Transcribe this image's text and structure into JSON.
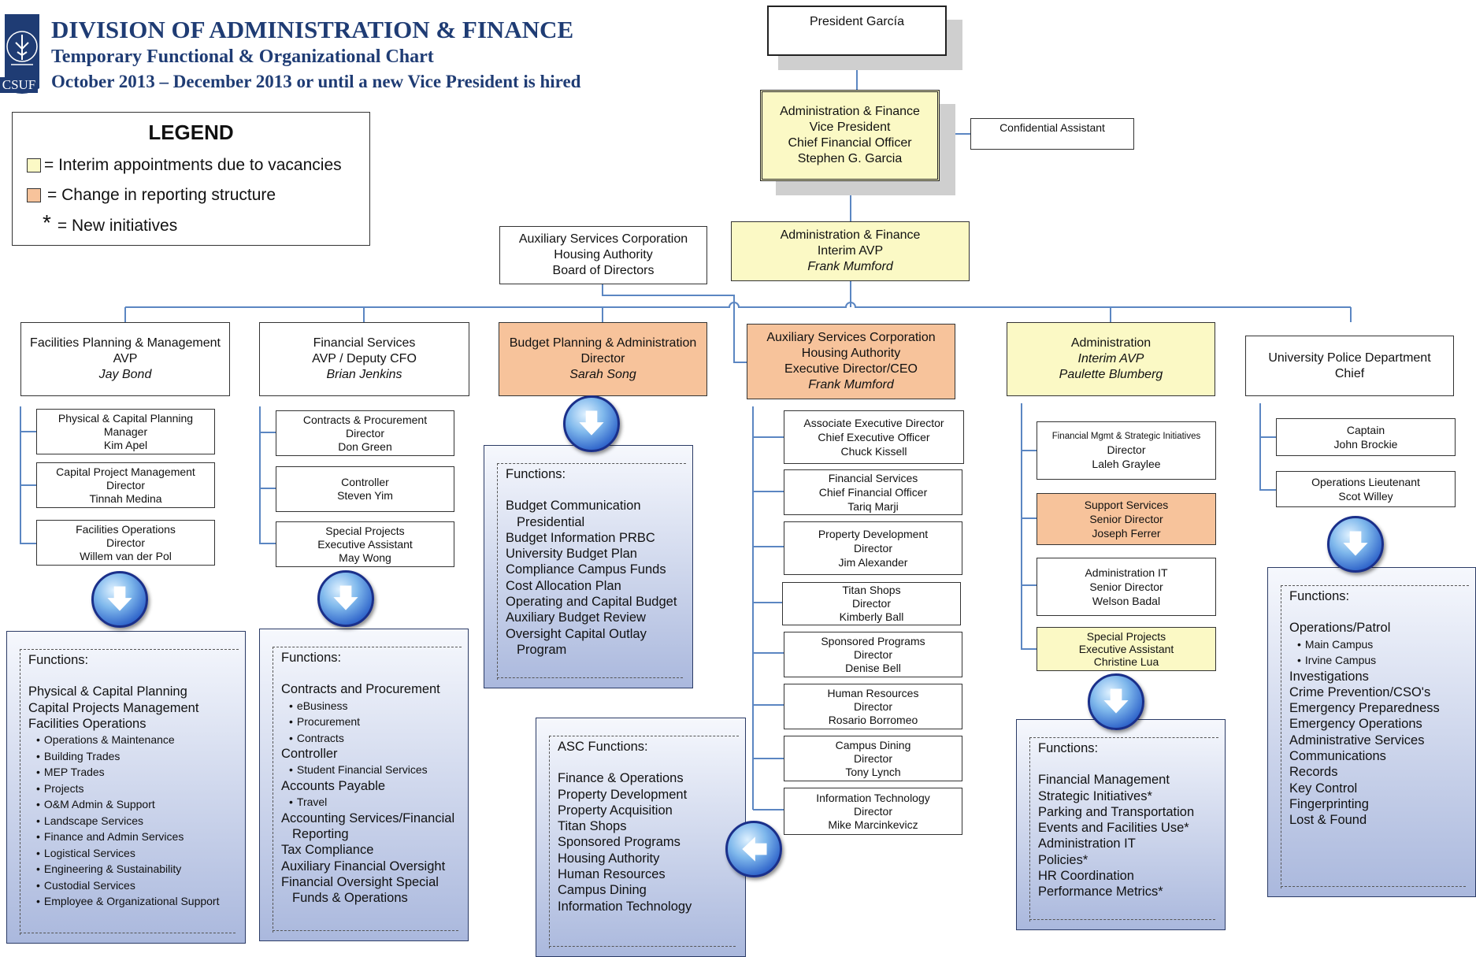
{
  "header": {
    "logo_text": "CSUF",
    "title": "DIVISION OF ADMINISTRATION & FINANCE",
    "subtitle": "Temporary Functional & Organizational Chart",
    "dates": "October 2013 – December 2013 or until a new Vice President is hired"
  },
  "legend": {
    "title": "LEGEND",
    "yellow_label": "= Interim appointments due to vacancies",
    "orange_label": "= Change in reporting structure",
    "star": "*",
    "star_label": "= New initiatives",
    "yellow_color": "#fbf9c5",
    "orange_color": "#f7c39b"
  },
  "president": "President García",
  "vp": {
    "l1": "Administration & Finance",
    "l2": "Vice President",
    "l3": "Chief Financial Officer",
    "l4": "Stephen G. Garcia"
  },
  "confidential_assistant": "Confidential Assistant",
  "asc_board": {
    "l1": "Auxiliary Services Corporation",
    "l2": "Housing Authority",
    "l3": "Board of Directors"
  },
  "interim_avp": {
    "l1": "Administration & Finance",
    "l2": "Interim AVP",
    "l3": "Frank Mumford"
  },
  "columns": [
    {
      "title": "Facilities Planning & Management",
      "role": "AVP",
      "name": "Jay Bond",
      "subs": [
        {
          "l1": "Physical & Capital Planning",
          "l2": "Manager",
          "l3": "Kim Apel"
        },
        {
          "l1": "Capital Project Management",
          "l2": "Director",
          "l3": "Tinnah Medina"
        },
        {
          "l1": "Facilities Operations",
          "l2": "Director",
          "l3": "Willem van der Pol"
        }
      ]
    },
    {
      "title": "Financial Services",
      "role": "AVP / Deputy CFO",
      "name": "Brian Jenkins",
      "subs": [
        {
          "l1": "Contracts & Procurement",
          "l2": "Director",
          "l3": "Don Green"
        },
        {
          "l1": "Controller",
          "l2": "Steven Yim"
        },
        {
          "l1": "Special Projects",
          "l2": "Executive Assistant",
          "l3": "May Wong"
        }
      ]
    },
    {
      "title": "Budget Planning & Administration",
      "role": "Director",
      "name": "Sarah Song"
    },
    {
      "title": "Auxiliary Services Corporation",
      "role1": "Housing Authority",
      "role2": "Executive Director/CEO",
      "name": "Frank Mumford",
      "subs": [
        {
          "l1": "Associate Executive Director",
          "l2": "Chief Executive Officer",
          "l3": "Chuck Kissell"
        },
        {
          "l1": "Financial Services",
          "l2": "Chief Financial Officer",
          "l3": "Tariq Marji"
        },
        {
          "l1": "Property Development",
          "l2": "Director",
          "l3": "Jim Alexander"
        },
        {
          "l1": "Titan Shops",
          "l2": "Director",
          "l3": "Kimberly Ball"
        },
        {
          "l1": "Sponsored Programs",
          "l2": "Director",
          "l3": "Denise Bell"
        },
        {
          "l1": "Human Resources",
          "l2": "Director",
          "l3": "Rosario Borromeo"
        },
        {
          "l1": "Campus Dining",
          "l2": "Director",
          "l3": "Tony Lynch"
        },
        {
          "l1": "Information Technology",
          "l2": "Director",
          "l3": "Mike Marcinkevicz"
        }
      ]
    },
    {
      "title": "Administration",
      "role": "Interim AVP",
      "name": "Paulette Blumberg",
      "subs": [
        {
          "l1": "Financial Mgmt & Strategic Initiatives",
          "l2": "Director",
          "l3": "Laleh Graylee"
        },
        {
          "l1": "Support Services",
          "l2": "Senior Director",
          "l3": "Joseph Ferrer"
        },
        {
          "l1": "Administration IT",
          "l2": "Senior Director",
          "l3": "Welson Badal"
        },
        {
          "l1": "Special Projects",
          "l2": "Executive Assistant",
          "l3": "Christine Lua"
        }
      ]
    },
    {
      "title": "University Police Department",
      "role": "Chief",
      "subs": [
        {
          "l1": "Captain",
          "l2": "John Brockie"
        },
        {
          "l1": "Operations Lieutenant",
          "l2": "Scot Willey"
        }
      ]
    }
  ],
  "functions": {
    "label": "Functions:",
    "facilities": {
      "lines": [
        "Physical & Capital Planning",
        "Capital Projects Management",
        "Facilities Operations"
      ],
      "bullets": [
        "Operations & Maintenance",
        "Building Trades",
        "MEP Trades",
        "Projects",
        "O&M Admin & Support",
        "Landscape Services",
        "Finance and Admin Services",
        "Logistical Services",
        "Engineering & Sustainability",
        "Custodial Services",
        "Employee & Organizational Support"
      ]
    },
    "financial": {
      "contracts": "Contracts and Procurement",
      "contracts_bullets": [
        "eBusiness",
        "Procurement",
        "Contracts"
      ],
      "controller": "Controller",
      "controller_bullets": [
        "Student Financial Services"
      ],
      "ap": "Accounts Payable",
      "ap_bullets": [
        "Travel"
      ],
      "tail": [
        "Accounting Services/Financial",
        "Reporting",
        "Tax Compliance",
        "Auxiliary Financial Oversight",
        "Financial Oversight Special",
        "Funds & Operations"
      ]
    },
    "budget": [
      "Budget Communication",
      "Presidential",
      "Budget Information PRBC",
      "University Budget Plan",
      "Compliance Campus Funds",
      "Cost Allocation Plan",
      "Operating and Capital Budget",
      "Auxiliary Budget Review",
      "Oversight Capital Outlay",
      "Program"
    ],
    "asc_label": "ASC Functions:",
    "asc": [
      "Finance & Operations",
      "Property Development",
      "Property Acquisition",
      "Titan Shops",
      "Sponsored Programs",
      "Housing Authority",
      "Human Resources",
      "Campus Dining",
      "Information Technology"
    ],
    "administration": [
      "Financial Management",
      "Strategic Initiatives*",
      "Parking and Transportation",
      "Events and Facilities Use*",
      "Administration IT",
      "Policies*",
      "HR Coordination",
      "Performance Metrics*"
    ],
    "police_top": "Operations/Patrol",
    "police_bullets": [
      "Main Campus",
      "Irvine Campus"
    ],
    "police_rest": [
      "Investigations",
      "Crime Prevention/CSO's",
      "Emergency Preparedness",
      "Emergency Operations",
      "Administrative Services",
      "Communications",
      "Records",
      "Key Control",
      "Fingerprinting",
      "Lost & Found"
    ]
  },
  "colors": {
    "title_blue": "#1f3c74",
    "line_blue": "#5b86c2",
    "panel_border": "#2b3b66"
  },
  "icons": [
    "seal-icon",
    "down-arrow-icon",
    "left-arrow-icon"
  ]
}
